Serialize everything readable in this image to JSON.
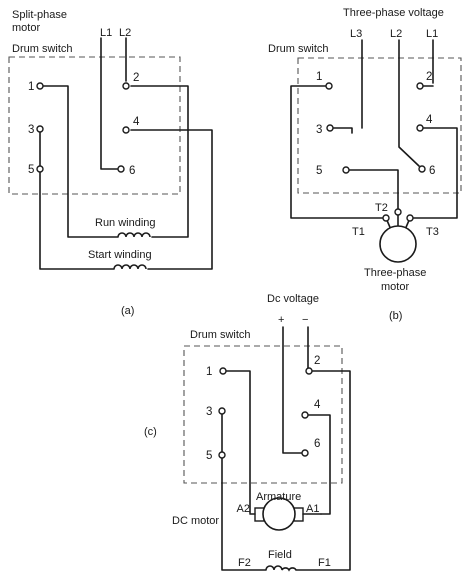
{
  "a": {
    "motor_title_line1": "Split-phase",
    "motor_title_line2": "motor",
    "switch_label": "Drum switch",
    "line_labels": [
      "L1",
      "L2"
    ],
    "terminals": [
      "1",
      "2",
      "3",
      "4",
      "5",
      "6"
    ],
    "run_winding": "Run winding",
    "start_winding": "Start winding",
    "caption": "(a)"
  },
  "b": {
    "title": "Three-phase voltage",
    "switch_label": "Drum switch",
    "line_labels": [
      "L3",
      "L2",
      "L1"
    ],
    "terminals": [
      "1",
      "2",
      "3",
      "4",
      "5",
      "6"
    ],
    "motor_terminals": [
      "T1",
      "T2",
      "T3"
    ],
    "motor_label_line1": "Three-phase",
    "motor_label_line2": "motor",
    "caption": "(b)"
  },
  "c": {
    "title": "Dc voltage",
    "plus": "+",
    "minus": "−",
    "switch_label": "Drum switch",
    "terminals": [
      "1",
      "2",
      "3",
      "4",
      "5",
      "6"
    ],
    "armature": "Armature",
    "a2": "A2",
    "a1": "A1",
    "motor_label": "DC motor",
    "f2": "F2",
    "field": "Field",
    "f1": "F1",
    "caption": "(c)"
  }
}
